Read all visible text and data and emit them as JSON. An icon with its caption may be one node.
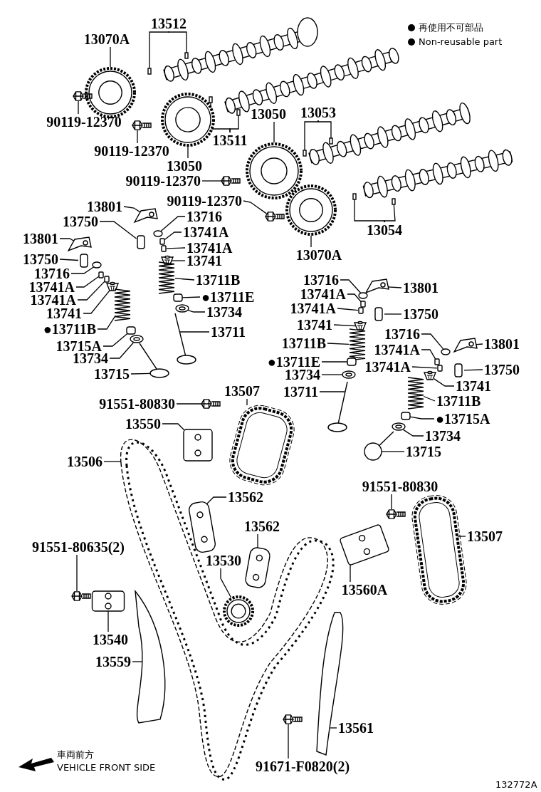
{
  "diagram": {
    "nodes": [
      {
        "text": [
          "13070A"
        ]
      },
      {
        "text": [
          "13512"
        ]
      },
      {
        "text": [
          "90119-12370"
        ]
      },
      {
        "text": [
          "90119-12370"
        ]
      },
      {
        "text": [
          "13050"
        ]
      },
      {
        "text": [
          "13511"
        ]
      },
      {
        "text": [
          "13050"
        ]
      },
      {
        "text": [
          "13053"
        ]
      },
      {
        "text": [
          "90119-12370"
        ]
      },
      {
        "text": [
          "90119-12370"
        ]
      },
      {
        "text": [
          "13054"
        ]
      },
      {
        "text": [
          "13070A"
        ]
      },
      {
        "text": [
          "13801"
        ]
      },
      {
        "text": [
          "13750"
        ]
      },
      {
        "text": [
          "13716"
        ]
      },
      {
        "text": [
          "13741A"
        ]
      },
      {
        "text": [
          "13741A"
        ]
      },
      {
        "text": [
          "13741"
        ]
      },
      {
        "text": [
          "13801"
        ]
      },
      {
        "text": [
          "13750"
        ]
      },
      {
        "text": [
          "13716"
        ]
      },
      {
        "text": [
          "13741A"
        ]
      },
      {
        "text": [
          "13741A"
        ]
      },
      {
        "text": [
          "13741"
        ]
      },
      {
        "text": [
          "●13711B"
        ]
      },
      {
        "text": [
          "13715A"
        ]
      },
      {
        "text": [
          "13734"
        ]
      },
      {
        "text": [
          "13715"
        ]
      },
      {
        "text": [
          "13711B"
        ]
      },
      {
        "text": [
          "●13711E"
        ]
      },
      {
        "text": [
          "13734"
        ]
      },
      {
        "text": [
          "13711"
        ]
      },
      {
        "text": [
          "13716"
        ]
      },
      {
        "text": [
          "13741A"
        ]
      },
      {
        "text": [
          "13741A"
        ]
      },
      {
        "text": [
          "13741"
        ]
      },
      {
        "text": [
          "13801"
        ]
      },
      {
        "text": [
          "13750"
        ]
      },
      {
        "text": [
          "13711B"
        ]
      },
      {
        "text": [
          "●13711E"
        ]
      },
      {
        "text": [
          "13734"
        ]
      },
      {
        "text": [
          "13711"
        ]
      },
      {
        "text": [
          "13716"
        ]
      },
      {
        "text": [
          "13741A"
        ]
      },
      {
        "text": [
          "13741A"
        ]
      },
      {
        "text": [
          "13741"
        ]
      },
      {
        "text": [
          "13801"
        ]
      },
      {
        "text": [
          "13750"
        ]
      },
      {
        "text": [
          "13711B"
        ]
      },
      {
        "text": [
          "●13715A"
        ]
      },
      {
        "text": [
          "13734"
        ]
      },
      {
        "text": [
          "13715"
        ]
      },
      {
        "text": [
          "91551-80830"
        ]
      },
      {
        "text": [
          "13507"
        ]
      },
      {
        "text": [
          "13550"
        ]
      },
      {
        "text": [
          "13506"
        ]
      },
      {
        "text": [
          "13562"
        ]
      },
      {
        "text": [
          "13562"
        ]
      },
      {
        "text": [
          "91551-80830"
        ]
      },
      {
        "text": [
          "13507"
        ]
      },
      {
        "text": [
          "91551-80635(2)"
        ]
      },
      {
        "text": [
          "13530"
        ]
      },
      {
        "text": [
          "13560A"
        ]
      },
      {
        "text": [
          "13540"
        ]
      },
      {
        "text": [
          "13559"
        ]
      },
      {
        "text": [
          "13561"
        ]
      },
      {
        "text": [
          "91671-F0820(2)"
        ]
      },
      {
        "text": [],
        "shape": "picture"
      },
      {
        "text": [],
        "shape": "box"
      },
      {
        "text": [],
        "shape": "box"
      },
      {
        "text": [],
        "shape": "picture"
      },
      {
        "text": [],
        "shape": "picture"
      },
      {
        "text": [],
        "shape": "picture"
      },
      {
        "text": [],
        "shape": "box"
      },
      {
        "text": [],
        "shape": "box"
      },
      {
        "text": [],
        "shape": "picture"
      },
      {
        "text": [],
        "shape": "box"
      },
      {
        "text": [],
        "shape": "box"
      },
      {
        "text": [],
        "shape": "picture"
      },
      {
        "text": [],
        "shape": "picture"
      },
      {
        "text": [],
        "shape": "box"
      },
      {
        "text": [],
        "shape": "box"
      },
      {
        "text": [],
        "shape": "picture"
      },
      {
        "text": [],
        "shape": "picture"
      },
      {
        "text": [],
        "shape": "box"
      },
      {
        "text": [],
        "shape": "circle"
      },
      {
        "text": [],
        "shape": "box"
      },
      {
        "text": [],
        "shape": "box"
      },
      {
        "text": [],
        "shape": "picture"
      },
      {
        "text": [],
        "shape": "picture"
      },
      {
        "text": [],
        "shape": "box"
      },
      {
        "text": [],
        "shape": "circle"
      },
      {
        "text": [],
        "shape": "box"
      },
      {
        "text": [],
        "shape": "box"
      },
      {
        "text": [],
        "shape": "picture"
      },
      {
        "text": [],
        "shape": "picture"
      },
      {
        "text": [],
        "shape": "box"
      },
      {
        "text": [],
        "shape": "picture"
      },
      {
        "text": [],
        "shape": "picture"
      },
      {
        "text": [],
        "shape": "picture"
      },
      {
        "text": [],
        "shape": "box"
      },
      {
        "text": [],
        "shape": "picture"
      },
      {
        "text": [],
        "shape": "picture"
      },
      {
        "text": [],
        "shape": "circle"
      },
      {
        "text": [],
        "shape": "box"
      },
      {
        "text": [],
        "shape": "box"
      },
      {
        "text": [],
        "shape": "picture"
      },
      {
        "text": [],
        "shape": "picture"
      },
      {
        "text": [],
        "shape": "box"
      },
      {
        "text": [],
        "shape": "picture"
      },
      {
        "text": [],
        "shape": "box"
      },
      {
        "text": [],
        "shape": "picture"
      },
      {
        "text": [],
        "shape": "picture"
      },
      {
        "text": [],
        "shape": "circle"
      },
      {
        "text": [],
        "shape": "box"
      },
      {
        "text": [],
        "shape": "box"
      },
      {
        "text": [],
        "shape": "picture"
      },
      {
        "text": [],
        "shape": "picture"
      },
      {
        "text": [],
        "shape": "box"
      },
      {
        "text": [],
        "shape": "picture"
      },
      {
        "text": [],
        "shape": "box"
      },
      {
        "text": [],
        "shape": "picture"
      },
      {
        "text": [],
        "shape": "picture"
      },
      {
        "text": [],
        "shape": "picture"
      },
      {
        "text": [],
        "shape": "picture"
      },
      {
        "text": [],
        "shape": "picture"
      },
      {
        "text": [],
        "shape": "picture"
      },
      {
        "text": [],
        "shape": "picture"
      },
      {
        "text": [],
        "shape": "picture"
      },
      {
        "text": [],
        "shape": "picture"
      },
      {
        "text": [],
        "shape": "picture"
      },
      {
        "text": [],
        "shape": "picture"
      },
      {
        "text": [],
        "shape": "picture"
      },
      {
        "text": [],
        "shape": "picture"
      },
      {
        "text": [],
        "shape": "picture"
      },
      {
        "text": [],
        "shape": "picture"
      },
      {
        "text": [],
        "shape": "picture"
      },
      {
        "text": [],
        "shape": "picture"
      }
    ],
    "edges": [
      {
        "from": 0,
        "to": 67,
        "arrow": "none"
      },
      {
        "from": 1,
        "to": 68,
        "arrow": "none"
      },
      {
        "from": 1,
        "to": 69,
        "arrow": "none"
      },
      {
        "from": 2,
        "to": 70,
        "arrow": "none"
      },
      {
        "from": 3,
        "to": 71,
        "arrow": "none"
      },
      {
        "from": 4,
        "to": 72,
        "arrow": "none"
      },
      {
        "from": 5,
        "to": 73,
        "arrow": "none"
      },
      {
        "from": 5,
        "to": 74,
        "arrow": "none"
      },
      {
        "from": 6,
        "to": 75,
        "arrow": "none"
      },
      {
        "from": 7,
        "to": 76,
        "arrow": "none"
      },
      {
        "from": 7,
        "to": 77,
        "arrow": "none"
      },
      {
        "from": 8,
        "to": 78,
        "arrow": "none"
      },
      {
        "from": 9,
        "to": 79,
        "arrow": "none"
      },
      {
        "from": 10,
        "to": 80,
        "arrow": "none"
      },
      {
        "from": 10,
        "to": 81,
        "arrow": "none"
      },
      {
        "from": 11,
        "to": 82,
        "arrow": "none"
      },
      {
        "from": 12,
        "to": 83,
        "arrow": "none"
      },
      {
        "from": 13,
        "to": 84,
        "arrow": "none"
      },
      {
        "from": 14,
        "to": 85,
        "arrow": "none"
      },
      {
        "from": 15,
        "to": 86,
        "arrow": "none"
      },
      {
        "from": 16,
        "to": 87,
        "arrow": "none"
      },
      {
        "from": 17,
        "to": 88,
        "arrow": "none"
      },
      {
        "from": 18,
        "to": 89,
        "arrow": "none"
      },
      {
        "from": 19,
        "to": 90,
        "arrow": "none"
      },
      {
        "from": 20,
        "to": 91,
        "arrow": "none"
      },
      {
        "from": 21,
        "to": 92,
        "arrow": "none"
      },
      {
        "from": 22,
        "to": 93,
        "arrow": "none"
      },
      {
        "from": 23,
        "to": 94,
        "arrow": "none"
      },
      {
        "from": 24,
        "to": 95,
        "arrow": "none"
      },
      {
        "from": 25,
        "to": 96,
        "arrow": "none"
      },
      {
        "from": 26,
        "to": 97,
        "arrow": "none"
      },
      {
        "from": 27,
        "to": 98,
        "arrow": "none"
      },
      {
        "from": 28,
        "to": 99,
        "arrow": "none"
      },
      {
        "from": 29,
        "to": 100,
        "arrow": "none"
      },
      {
        "from": 30,
        "to": 101,
        "arrow": "none"
      },
      {
        "from": 31,
        "to": 102,
        "arrow": "none"
      },
      {
        "from": 32,
        "to": 103,
        "arrow": "none"
      },
      {
        "from": 33,
        "to": 104,
        "arrow": "none"
      },
      {
        "from": 34,
        "to": 105,
        "arrow": "none"
      },
      {
        "from": 35,
        "to": 106,
        "arrow": "none"
      },
      {
        "from": 36,
        "to": 107,
        "arrow": "none"
      },
      {
        "from": 37,
        "to": 108,
        "arrow": "none"
      },
      {
        "from": 38,
        "to": 109,
        "arrow": "none"
      },
      {
        "from": 39,
        "to": 110,
        "arrow": "none"
      },
      {
        "from": 40,
        "to": 111,
        "arrow": "none"
      },
      {
        "from": 41,
        "to": 112,
        "arrow": "none"
      },
      {
        "from": 42,
        "to": 113,
        "arrow": "none"
      },
      {
        "from": 43,
        "to": 114,
        "arrow": "none"
      },
      {
        "from": 44,
        "to": 115,
        "arrow": "none"
      },
      {
        "from": 45,
        "to": 116,
        "arrow": "none"
      },
      {
        "from": 46,
        "to": 117,
        "arrow": "none"
      },
      {
        "from": 47,
        "to": 118,
        "arrow": "none"
      },
      {
        "from": 48,
        "to": 119,
        "arrow": "none"
      },
      {
        "from": 49,
        "to": 120,
        "arrow": "none"
      },
      {
        "from": 50,
        "to": 121,
        "arrow": "none"
      },
      {
        "from": 51,
        "to": 122,
        "arrow": "none"
      },
      {
        "from": 52,
        "to": 123,
        "arrow": "none"
      },
      {
        "from": 53,
        "to": 124,
        "arrow": "none"
      },
      {
        "from": 54,
        "to": 125,
        "arrow": "none"
      },
      {
        "from": 55,
        "to": 126,
        "arrow": "none"
      },
      {
        "from": 56,
        "to": 127,
        "arrow": "none"
      },
      {
        "from": 57,
        "to": 128,
        "arrow": "none"
      },
      {
        "from": 58,
        "to": 129,
        "arrow": "none"
      },
      {
        "from": 59,
        "to": 130,
        "arrow": "none"
      },
      {
        "from": 60,
        "to": 131,
        "arrow": "none"
      },
      {
        "from": 61,
        "to": 132,
        "arrow": "none"
      },
      {
        "from": 62,
        "to": 133,
        "arrow": "none"
      },
      {
        "from": 63,
        "to": 134,
        "arrow": "none"
      },
      {
        "from": 64,
        "to": 135,
        "arrow": "none"
      },
      {
        "from": 65,
        "to": 136,
        "arrow": "none"
      },
      {
        "from": 66,
        "to": 137,
        "arrow": "none"
      }
    ],
    "labels": [
      "車両前方",
      "VEHICLE FRONT SIDE",
      "132772A"
    ],
    "legend": [
      {
        "text": "再使用不可部品"
      },
      {
        "text": "Non-reusable part"
      }
    ]
  }
}
